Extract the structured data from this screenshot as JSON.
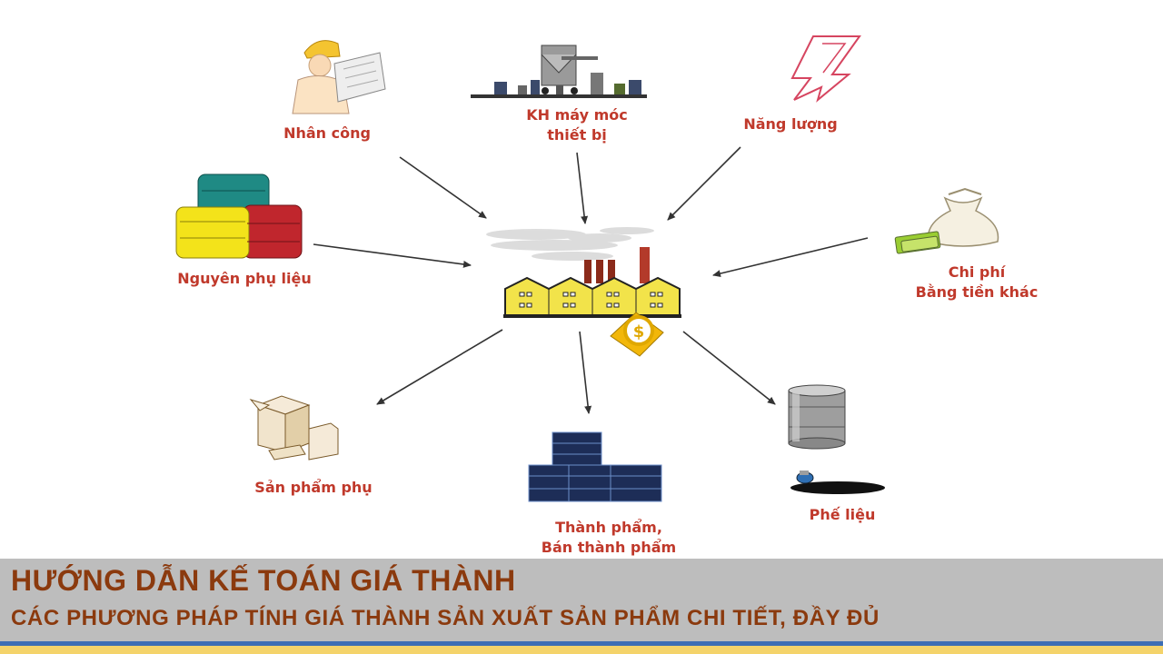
{
  "diagram": {
    "labels": {
      "labor": "Nhân công",
      "machinery_line1": "KH máy móc",
      "machinery_line2": "thiết bị",
      "energy": "Năng lượng",
      "materials": "Nguyên phụ liệu",
      "other_cost_line1": "Chi phí",
      "other_cost_line2": "Bằng tiền khác",
      "byproduct": "Sản phẩm phụ",
      "finished_line1": "Thành phẩm,",
      "finished_line2": "Bán thành phẩm",
      "scrap": "Phế liệu"
    },
    "colors": {
      "label": "#c0392b",
      "arrow": "#333333",
      "factory_wall": "#f2e34a",
      "chimney": "#b33a2a",
      "coin": "#f2b70a"
    }
  },
  "banner": {
    "title": "HƯỚNG DẪN KẾ TOÁN GIÁ THÀNH",
    "subtitle": "CÁC PHƯƠNG PHÁP TÍNH GIÁ THÀNH SẢN XUẤT SẢN PHẨM CHI TIẾT, ĐẦY ĐỦ",
    "colors": {
      "background": "#bdbdbd",
      "text": "#8b3a0e",
      "stripe_blue": "#3d6eb4",
      "stripe_yellow": "#f4d36a"
    }
  }
}
